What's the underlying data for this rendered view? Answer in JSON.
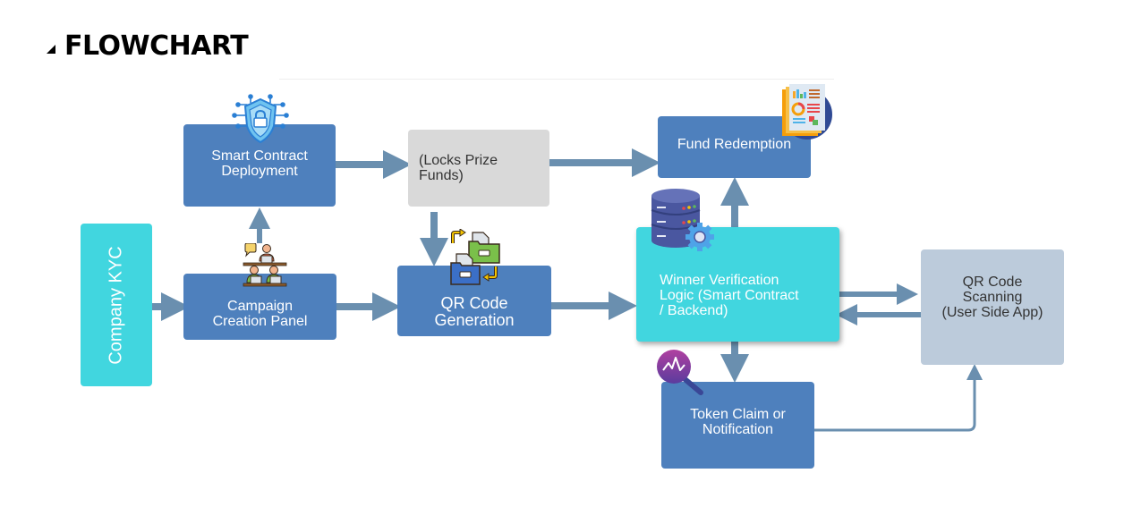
{
  "header": {
    "title": "FLOWCHART",
    "collapse_icon": "triangle-collapse-icon"
  },
  "colors": {
    "primary_box": "#4e80bd",
    "highlight_box": "#41d6df",
    "neutral_box": "#d9d9d9",
    "user_box": "#bccbdb",
    "arrow": "#6a8faf"
  },
  "nodes": {
    "company_kyc": {
      "label": "Company KYC"
    },
    "smart_contract": {
      "label": "Smart Contract\nDeployment",
      "icon": "shield-lock-icon"
    },
    "campaign_creation": {
      "label": "Campaign\nCreation Panel",
      "icon": "team-meeting-icon"
    },
    "locks_prize": {
      "label": "(Locks Prize\nFunds)"
    },
    "qr_generation": {
      "label": "QR Code\nGeneration",
      "icon": "folder-transfer-icon"
    },
    "fund_redemption": {
      "label": "Fund Redemption",
      "icon": "report-document-icon"
    },
    "winner_verification": {
      "label": "Winner Verification\nLogic (Smart Contract\n/ Backend)",
      "icon": "database-gear-icon"
    },
    "qr_scanning": {
      "label": "QR Code\nScanning\n(User Side App)"
    },
    "token_claim": {
      "label": "Token Claim or\nNotification",
      "icon": "analytics-search-icon"
    }
  },
  "edges": [
    {
      "from": "company_kyc",
      "to": "campaign_creation"
    },
    {
      "from": "campaign_creation",
      "to": "smart_contract"
    },
    {
      "from": "campaign_creation",
      "to": "qr_generation"
    },
    {
      "from": "smart_contract",
      "to": "locks_prize"
    },
    {
      "from": "locks_prize",
      "to": "qr_generation"
    },
    {
      "from": "locks_prize",
      "to": "fund_redemption"
    },
    {
      "from": "qr_generation",
      "to": "winner_verification"
    },
    {
      "from": "winner_verification",
      "to": "fund_redemption"
    },
    {
      "from": "winner_verification",
      "to": "qr_scanning"
    },
    {
      "from": "qr_scanning",
      "to": "winner_verification"
    },
    {
      "from": "winner_verification",
      "to": "token_claim"
    },
    {
      "from": "token_claim",
      "to": "qr_scanning"
    }
  ]
}
